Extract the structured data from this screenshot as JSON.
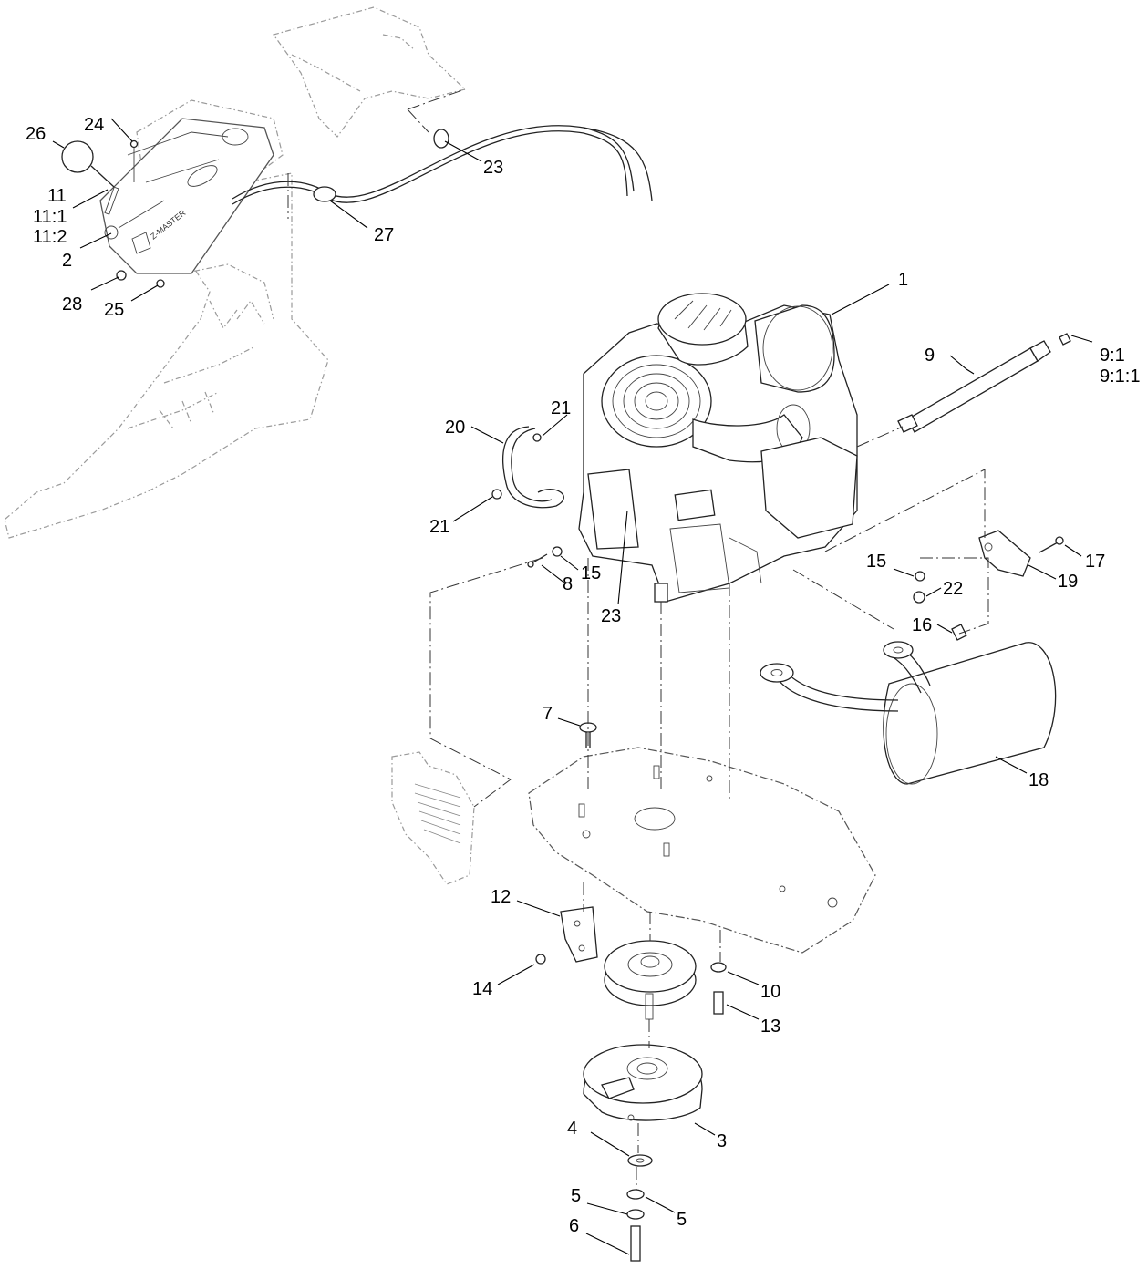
{
  "callouts": {
    "c1": "1",
    "c2": "2",
    "c3": "3",
    "c4": "4",
    "c5a": "5",
    "c5b": "5",
    "c6": "6",
    "c7": "7",
    "c8": "8",
    "c9": "9",
    "c9_1": "9:1",
    "c9_1_1": "9:1:1",
    "c10": "10",
    "c11": "11",
    "c11_1": "11:1",
    "c11_2": "11:2",
    "c12": "12",
    "c13": "13",
    "c14": "14",
    "c15a": "15",
    "c15b": "15",
    "c16": "16",
    "c17": "17",
    "c18": "18",
    "c19": "19",
    "c20": "20",
    "c21a": "21",
    "c21b": "21",
    "c22": "22",
    "c23a": "23",
    "c23b": "23",
    "c24": "24",
    "c25": "25",
    "c26": "26",
    "c27": "27",
    "c28": "28"
  },
  "decals": {
    "console_brand": "Z-MASTER"
  }
}
